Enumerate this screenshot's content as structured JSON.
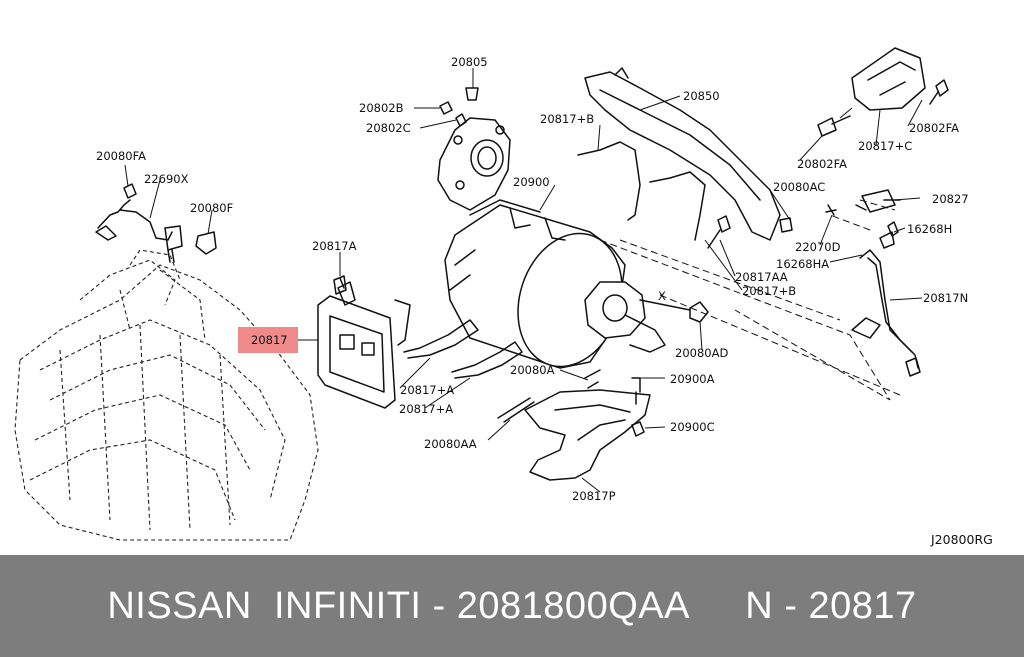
{
  "labels": {
    "l20805": "20805",
    "l20802B": "20802B",
    "l20802C": "20802C",
    "l20850": "20850",
    "l20817B_top": "20817+B",
    "l20080FA_left": "20080FA",
    "l22690X": "22690X",
    "l20080F": "20080F",
    "l20900": "20900",
    "l20080AC": "20080AC",
    "l20827": "20827",
    "l20802FA_right": "20802FA",
    "l20817C": "20817+C",
    "l20802FA_mid": "20802FA",
    "l22070D": "22070D",
    "l16268H": "16268H",
    "l16268HA": "16268HA",
    "l20817AA": "20817AA",
    "l20817B_mid": "20817+B",
    "l20817A_top": "20817A",
    "l20817_main": "20817",
    "l20817N": "20817N",
    "l20080AD": "20080AD",
    "l20817A_1": "20817+A",
    "l20817A_2": "20817+A",
    "l20080A": "20080A",
    "l20900A": "20900A",
    "l20080AA": "20080AA",
    "l20900C": "20900C",
    "l20817P": "20817P",
    "lX": "X",
    "ref_code": "J20800RG"
  },
  "highlight": {
    "part": "20817",
    "color": "#f08a8a"
  },
  "footer": {
    "make": "NISSAN  INFINITI",
    "sep1": " - ",
    "part_number": "2081800QAA",
    "gap": "     ",
    "diagram": "N - 20817"
  },
  "colors": {
    "footer_bg": "#7d7d7d",
    "footer_text": "#ffffff",
    "highlight_box": "#f08a8a"
  }
}
